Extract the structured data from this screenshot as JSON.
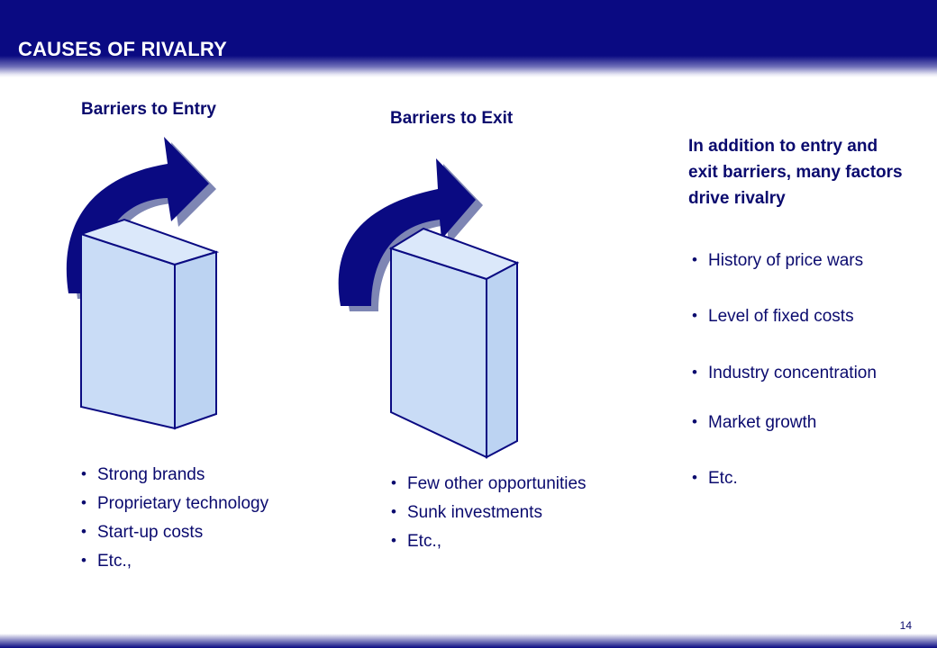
{
  "header": {
    "title": "CAUSES OF RIVALRY"
  },
  "entry": {
    "heading": "Barriers to Entry",
    "items": [
      "Strong brands",
      "Proprietary technology",
      "Start-up costs",
      "Etc.,"
    ]
  },
  "exit": {
    "heading": "Barriers to Exit",
    "items": [
      "Few other opportunities",
      "Sunk investments",
      "Etc.,"
    ]
  },
  "factors": {
    "intro": "In addition to entry and exit barriers, many factors drive rivalry",
    "items": [
      "History of price wars",
      "Level of fixed costs",
      "Industry concentration",
      "Market growth",
      "Etc."
    ]
  },
  "page_number": "14",
  "colors": {
    "navy": "#0a0a82",
    "box_face": "#c9dcf6",
    "box_side": "#bcd3f2"
  },
  "icons": [
    "curved-arrow-icon",
    "barrier-box-icon"
  ]
}
